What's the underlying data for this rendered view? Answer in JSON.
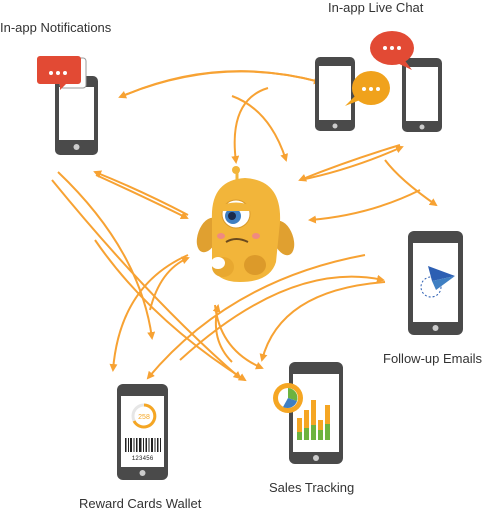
{
  "labels": {
    "in_app_notifications": "In-app Notifications",
    "in_app_live_chat": "In-app Live Chat",
    "follow_up_emails": "Follow-up Emails",
    "sales_tracking": "Sales Tracking",
    "reward_cards_wallet": "Reward Cards Wallet"
  },
  "reward_card": {
    "points": "258",
    "barcode_number": "123456"
  },
  "icons": {
    "notification": "speech-bubble-icon",
    "chat": "speech-bubble-icon",
    "email": "paper-plane-icon",
    "sales": "pie-chart-icon",
    "mascot": "mascot-character"
  },
  "colors": {
    "arrow": "#f7a233",
    "bubble_red": "#e24a34",
    "bubble_orange": "#f0a21c",
    "phone_body": "#4a4a4a",
    "mascot": "#f2b53a",
    "plane": "#2d5fb3",
    "bar_orange": "#f5a623",
    "bar_green": "#6db33f"
  }
}
